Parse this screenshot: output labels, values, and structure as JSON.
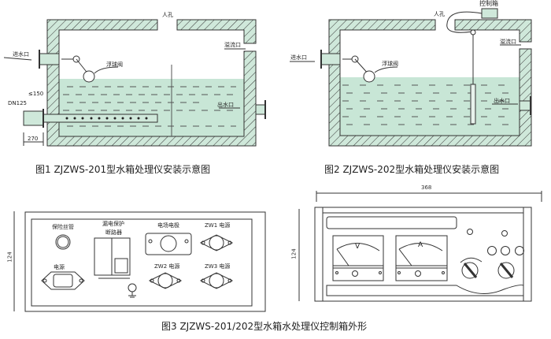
{
  "fig1": {
    "caption": "图1  ZJZWS-201型水箱处理仪安装示意图",
    "manhole": "人孔",
    "overflow": "溢流口",
    "inlet": "进水口",
    "float_valve": "浮球阀",
    "outlet": "出水口",
    "pipe_size": "DN125",
    "clearance": "≤150",
    "length": "270"
  },
  "fig2": {
    "caption": "图2  ZJZWS-202型水箱处理仪安装示意图",
    "manhole": "人孔",
    "control_box": "控制箱",
    "overflow": "溢流口",
    "inlet": "进水口",
    "float_valve": "浮球阀",
    "outlet": "出水口"
  },
  "fig3": {
    "caption": "图3  ZJZWS-201/202型水箱水处理仪控制箱外形",
    "back_panel": {
      "height": "124",
      "fuse": "保险丝管",
      "breaker_line1": "漏电保护",
      "breaker_line2": "断路器",
      "field_electrode": "电场电极",
      "zw1": "ZW1 电源",
      "zw2": "ZW2 电源",
      "zw3": "ZW3 电源",
      "power": "电源"
    },
    "front_panel": {
      "width": "368",
      "height": "124",
      "voltmeter": "V",
      "ammeter": "A"
    }
  },
  "colors": {
    "water": "#c8e6d6",
    "wall": "#cfe8da",
    "line": "#333333"
  }
}
